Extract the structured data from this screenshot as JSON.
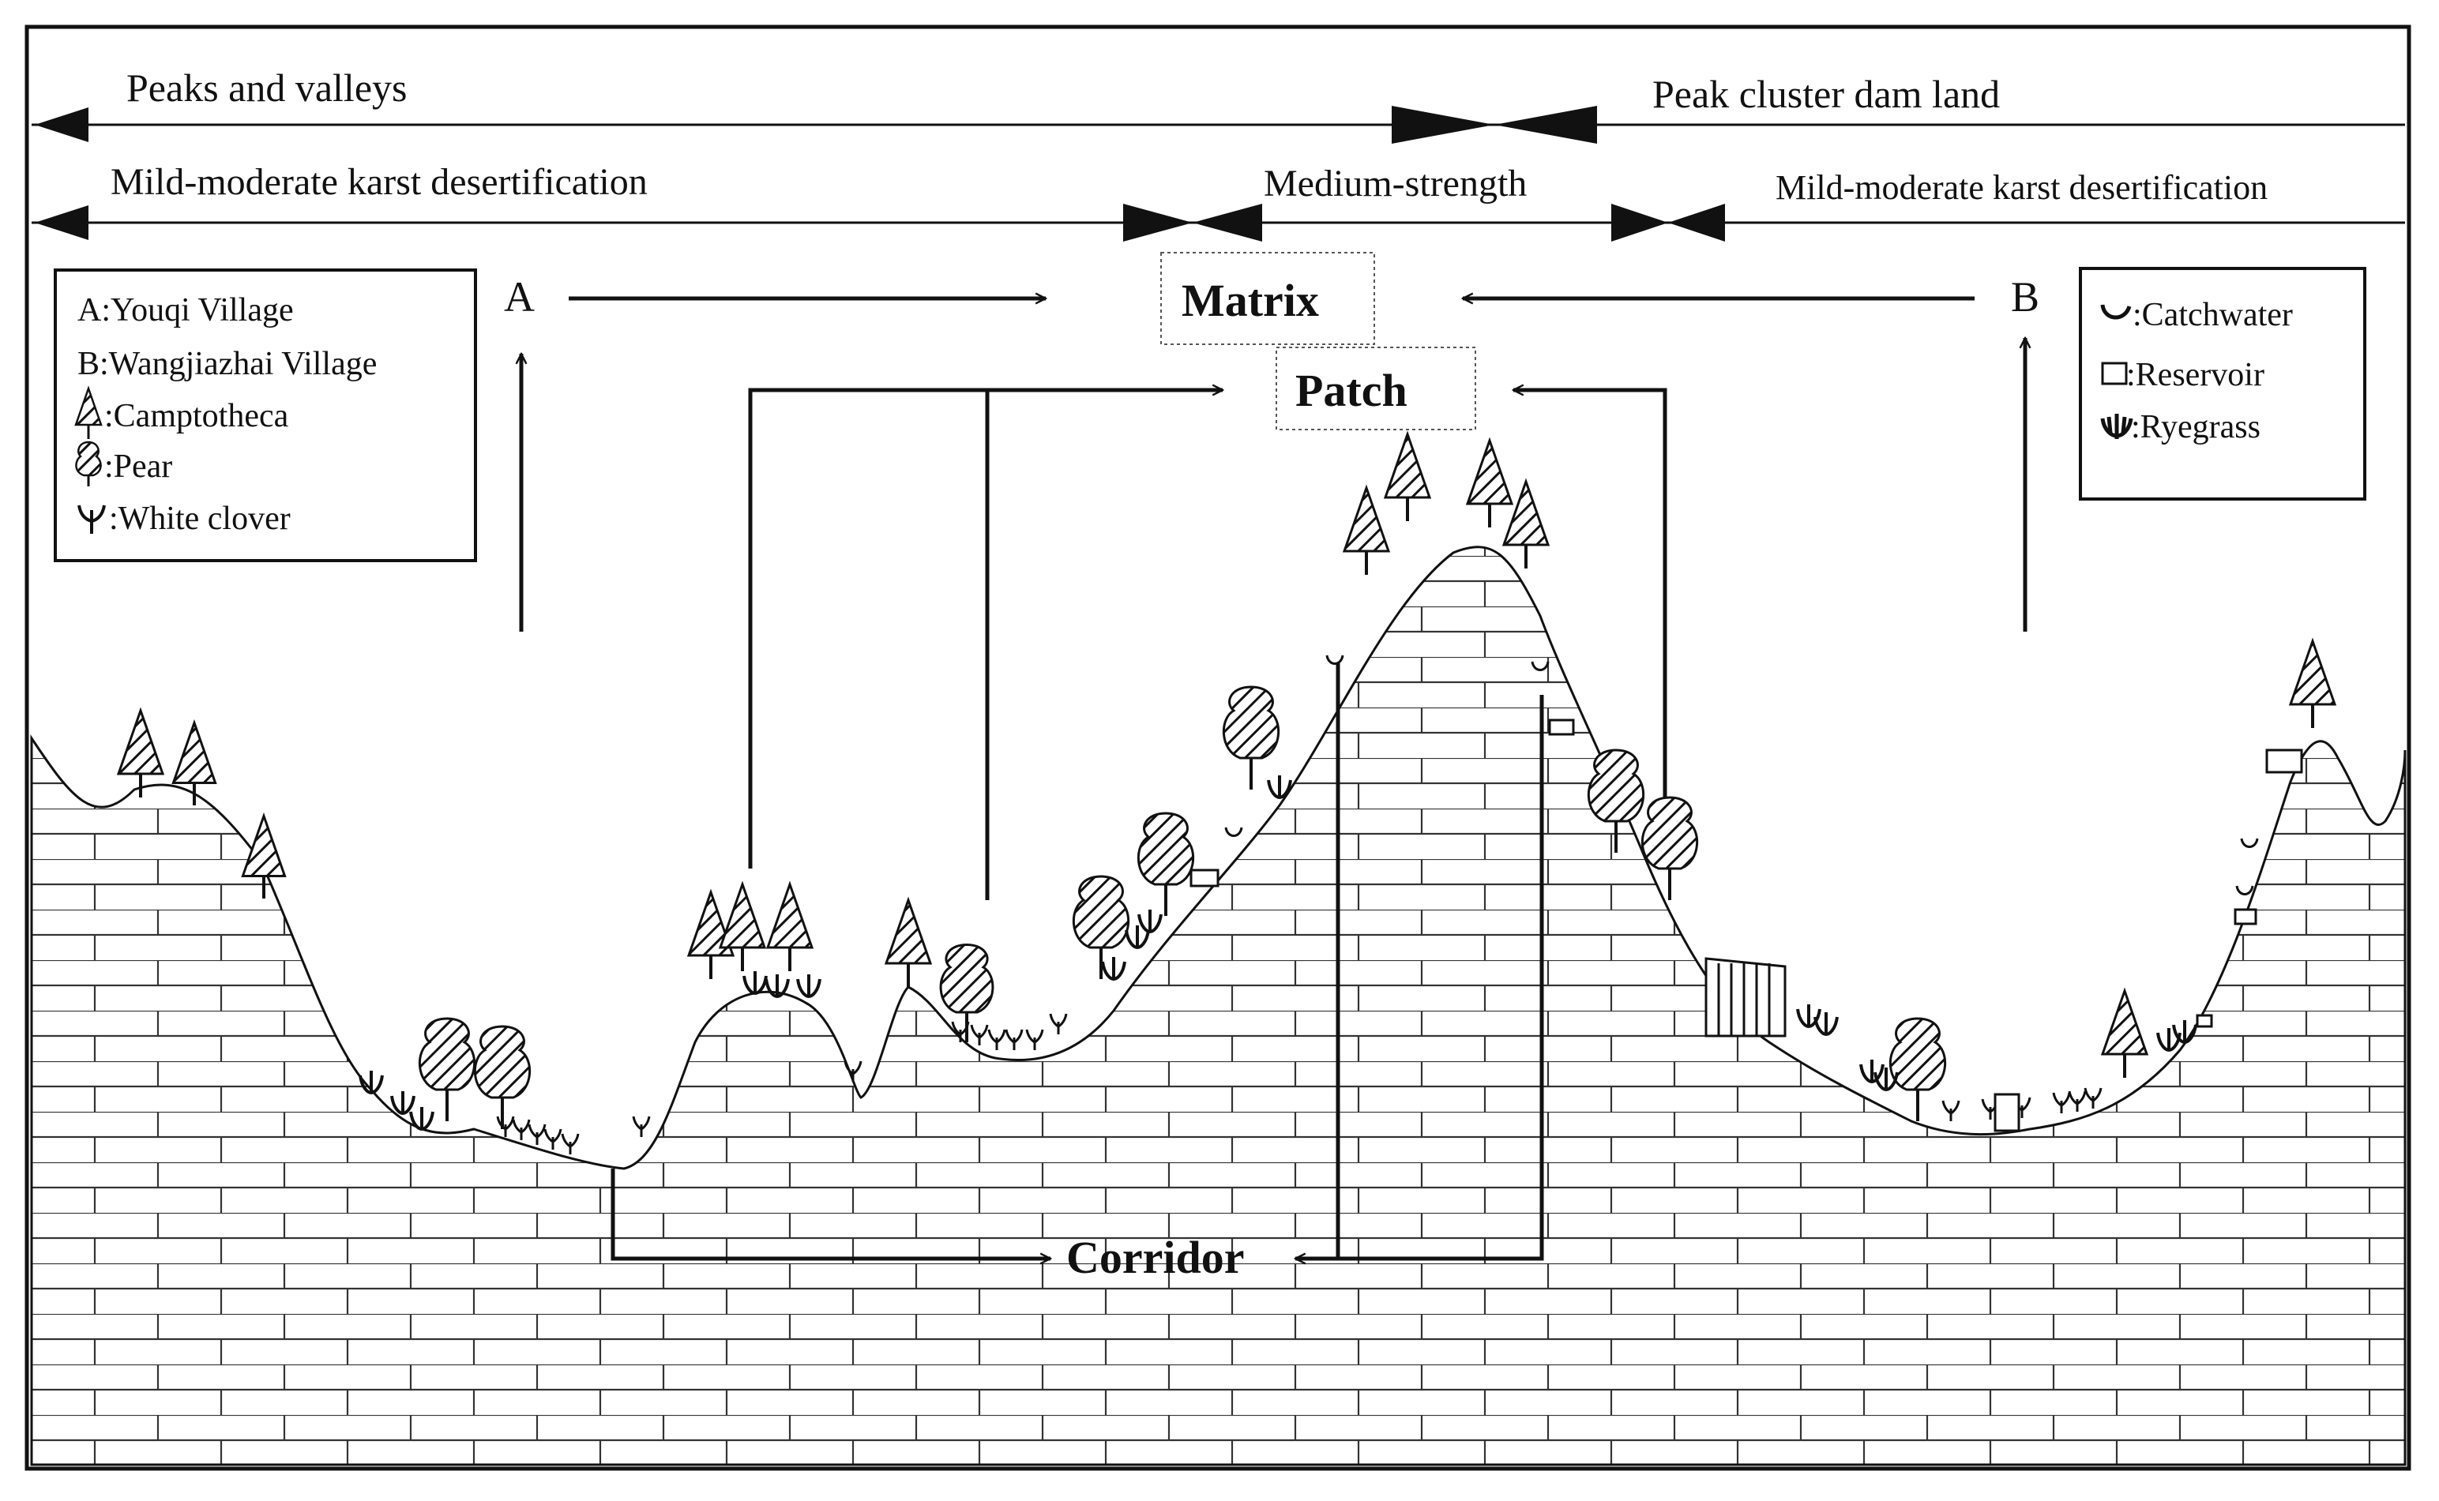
{
  "zones": {
    "landform_left": "Peaks and valleys",
    "landform_right": "Peak cluster dam land",
    "desert_left": "Mild-moderate karst desertification",
    "desert_mid": "Medium-strength",
    "desert_right": "Mild-moderate karst desertification"
  },
  "nodes": {
    "matrix": "Matrix",
    "patch": "Patch",
    "corridor": "Corridor"
  },
  "villages": {
    "a": "A",
    "b": "B"
  },
  "legend_left": {
    "items": [
      {
        "icon": "village-a-mark",
        "label": "A:Youqi Village"
      },
      {
        "icon": "village-b-mark",
        "label": "B:Wangjiazhai Village"
      },
      {
        "icon": "camptotheca-icon",
        "label": ":Camptotheca"
      },
      {
        "icon": "pear-icon",
        "label": ":Pear"
      },
      {
        "icon": "white-clover-icon",
        "label": ":White clover"
      }
    ]
  },
  "legend_right": {
    "items": [
      {
        "icon": "catchwater-icon",
        "label": ":Catchwater"
      },
      {
        "icon": "reservoir-icon",
        "label": ":Reservoir"
      },
      {
        "icon": "ryegrass-icon",
        "label": ":Ryegrass"
      }
    ]
  },
  "colors": {
    "ink": "#111111",
    "background": "#ffffff"
  }
}
